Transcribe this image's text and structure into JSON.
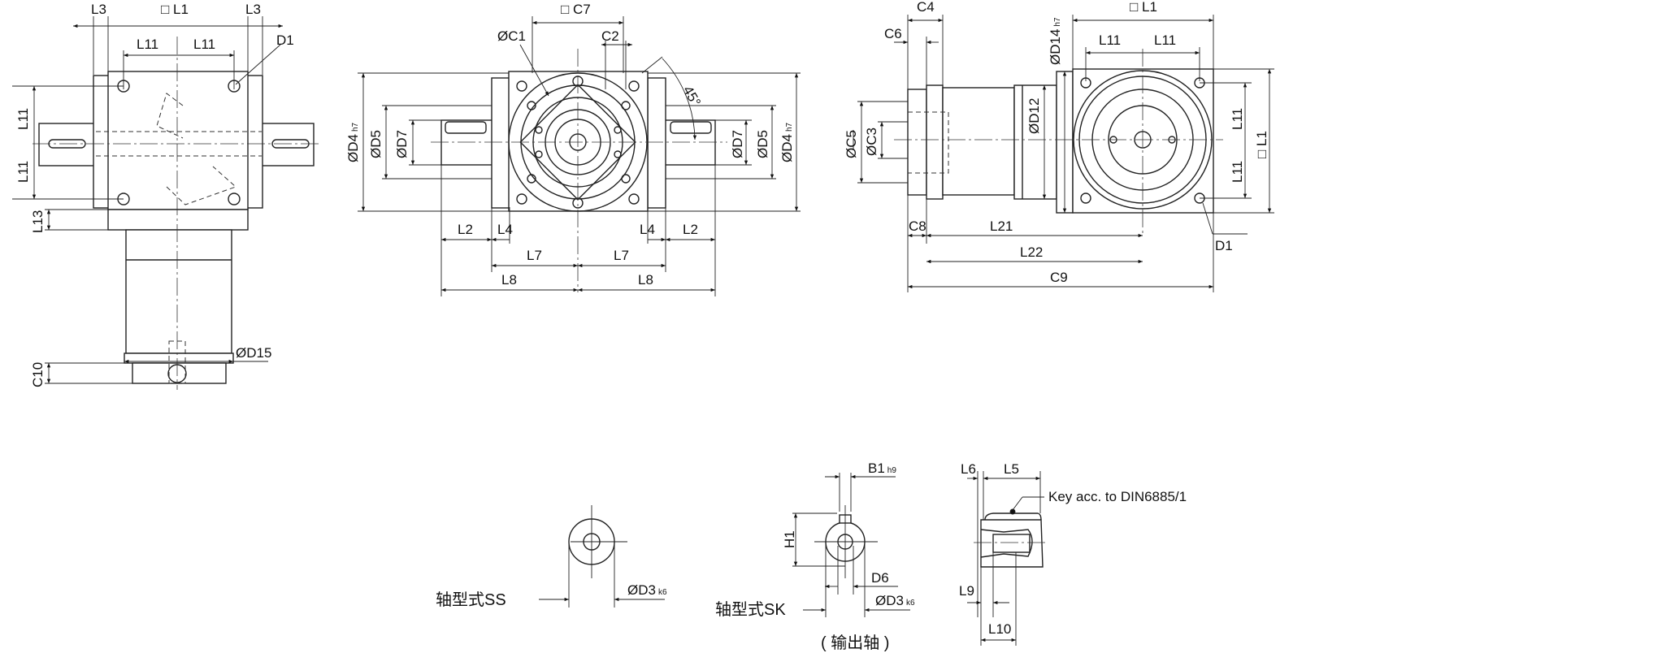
{
  "front_view": {
    "l3_left": "L3",
    "l1": "□ L1",
    "l3_right": "L3",
    "l11_a": "L11",
    "l11_b": "L11",
    "d1": "D1",
    "l11_v1": "L11",
    "l11_v2": "L11",
    "l13": "L13",
    "d15": "ØD15",
    "c10": "C10"
  },
  "side_view": {
    "c7": "□ C7",
    "c1": "ØC1",
    "c2": "C2",
    "angle": "45°",
    "d4_left": "ØD4",
    "d4_left_tol": "h7",
    "d5_left": "ØD5",
    "d7_left": "ØD7",
    "d7_right": "ØD7",
    "d5_right": "ØD5",
    "d4_right": "ØD4",
    "d4_right_tol": "h7",
    "l2_left": "L2",
    "l4_left": "L4",
    "l4_right": "L4",
    "l2_right": "L2",
    "l7_left": "L7",
    "l7_right": "L7",
    "l8_left": "L8",
    "l8_right": "L8"
  },
  "end_view": {
    "c4": "C4",
    "c6": "C6",
    "l1_top": "□ L1",
    "d14": "ØD14",
    "d14_tol": "h7",
    "l11_a": "L11",
    "l11_b": "L11",
    "c5": "ØC5",
    "c3": "ØC3",
    "d12": "ØD12",
    "l11_v1": "L11",
    "l11_v2": "L11",
    "l1_right": "□ L1",
    "d1": "D1",
    "c8": "C8",
    "l21": "L21",
    "l22": "L22",
    "c9": "C9"
  },
  "shaft_ss": {
    "title": "轴型式SS",
    "d3": "ØD3",
    "d3_tol": "k6"
  },
  "shaft_sk": {
    "title": "轴型式SK",
    "subtitle": "( 输出轴 )",
    "b1": "B1",
    "b1_tol": "h9",
    "h1": "H1",
    "d6": "D6",
    "d3": "ØD3",
    "d3_tol": "k6"
  },
  "key_detail": {
    "l6": "L6",
    "l5": "L5",
    "note": "Key acc. to DIN6885/1",
    "l9": "L9",
    "l10": "L10"
  }
}
